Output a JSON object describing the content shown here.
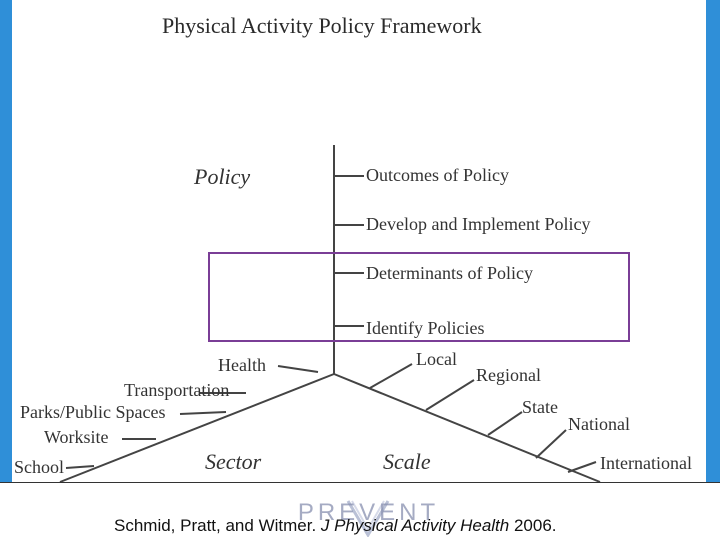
{
  "title": "Physical Activity Policy Framework",
  "policy": {
    "label": "Policy",
    "items": [
      "Outcomes of Policy",
      "Develop and Implement Policy",
      "Determinants of Policy",
      "Identify Policies"
    ]
  },
  "sector": {
    "label": "Sector",
    "items": [
      "Health",
      "Transportation",
      "Parks/Public Spaces",
      "Worksite",
      "School"
    ]
  },
  "scale": {
    "label": "Scale",
    "items": [
      "Local",
      "Regional",
      "State",
      "National",
      "International"
    ]
  },
  "citation": {
    "authors": "Schmid, Pratt, and Witmer. ",
    "journal": "J Physical Activity Health",
    "year": " 2006."
  },
  "logo": {
    "text": "PREVENT"
  },
  "colors": {
    "background": "#2f8fd8",
    "highlight": "#7a3d96",
    "line": "#444444"
  }
}
